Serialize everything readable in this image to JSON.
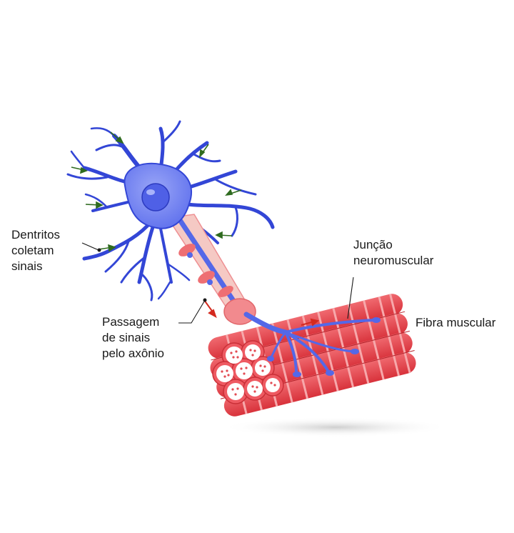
{
  "labels": {
    "dendrites": "Dentritos\ncoletam\nsinais",
    "axon": "Passagem\nde sinais\npelo axônio",
    "junction": "Junção\nneuromuscular",
    "fiber": "Fibra muscular"
  },
  "colors": {
    "neuron_fill": "#7d8cf3",
    "neuron_dark": "#3346d6",
    "nucleus": "#4f60e6",
    "myelin": "#f5c9c4",
    "node": "#ee6f73",
    "muscle": "#e8434c",
    "muscle_stripe": "#f7a8ab",
    "signal_green": "#2f6b1f",
    "signal_red": "#d42a1f"
  }
}
